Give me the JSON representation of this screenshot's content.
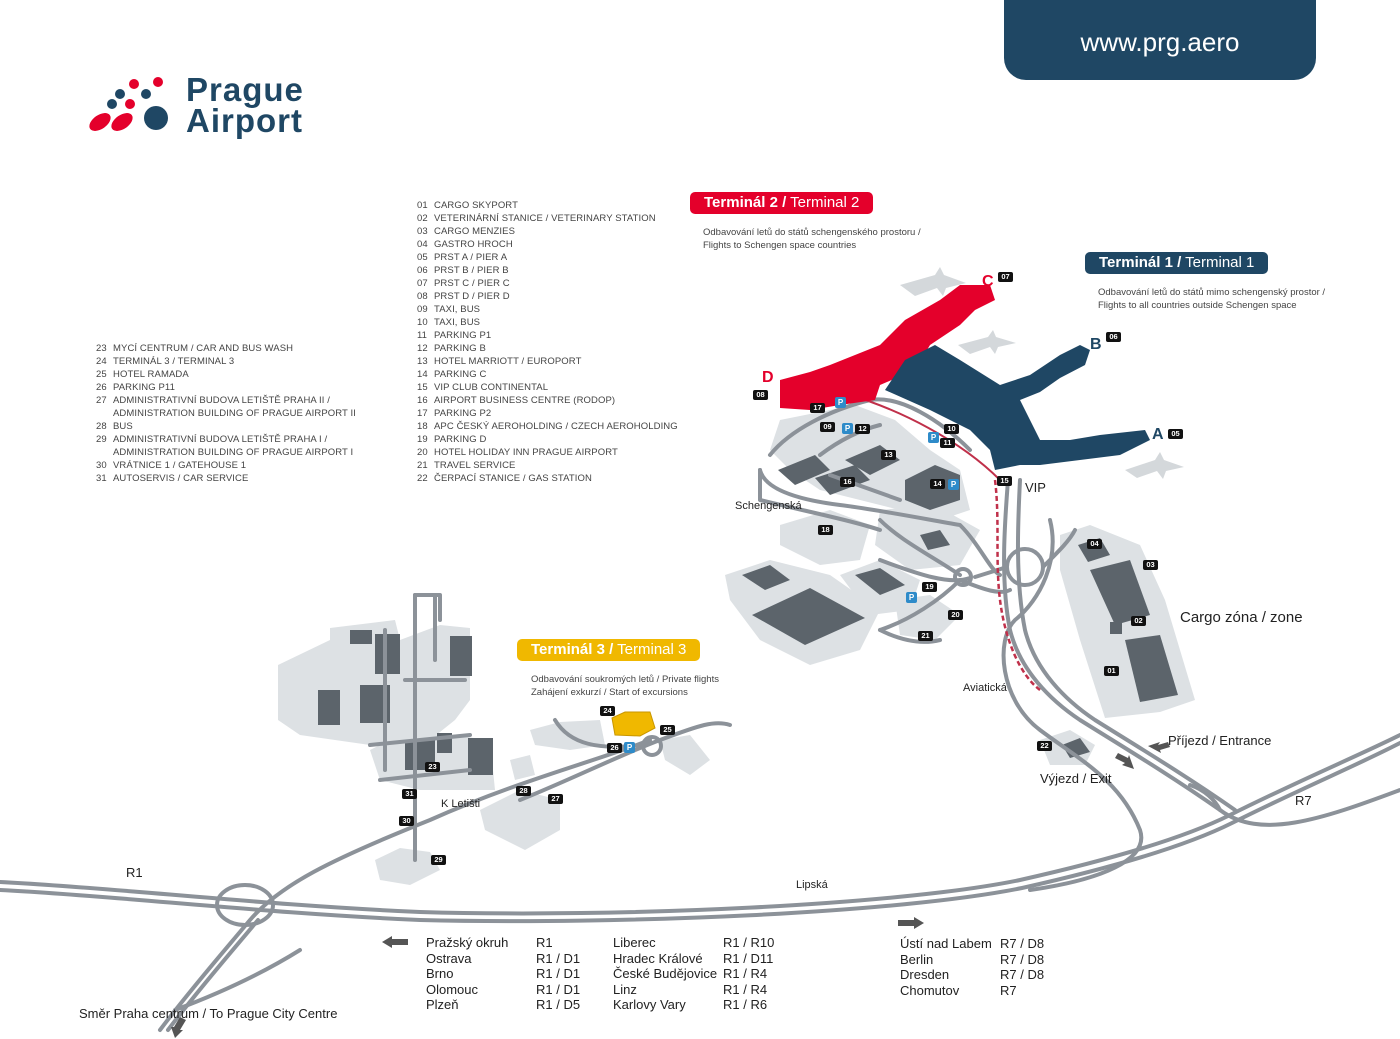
{
  "website": "www.prg.aero",
  "logo": {
    "line1": "Prague",
    "line2": "Airport"
  },
  "legend_left": [
    {
      "num": "23",
      "text": "MYCÍ CENTRUM / CAR AND BUS WASH"
    },
    {
      "num": "24",
      "text": "TERMINÁL 3 / TERMINAL 3"
    },
    {
      "num": "25",
      "text": "HOTEL RAMADA"
    },
    {
      "num": "26",
      "text": "PARKING P11"
    },
    {
      "num": "27",
      "text": "ADMINISTRATIVNÍ BUDOVA LETIŠTĚ PRAHA II /"
    },
    {
      "num": "",
      "text": "ADMINISTRATION BUILDING OF PRAGUE AIRPORT II"
    },
    {
      "num": "28",
      "text": "BUS"
    },
    {
      "num": "29",
      "text": "ADMINISTRATIVNÍ BUDOVA LETIŠTĚ PRAHA I /"
    },
    {
      "num": "",
      "text": "ADMINISTRATION BUILDING OF PRAGUE AIRPORT I"
    },
    {
      "num": "30",
      "text": "VRÁTNICE 1 / GATEHOUSE 1"
    },
    {
      "num": "31",
      "text": "AUTOSERVIS / CAR SERVICE"
    }
  ],
  "legend_mid": [
    {
      "num": "01",
      "text": "CARGO SKYPORT"
    },
    {
      "num": "02",
      "text": "VETERINÁRNÍ STANICE / VETERINARY STATION"
    },
    {
      "num": "03",
      "text": "CARGO MENZIES"
    },
    {
      "num": "04",
      "text": "GASTRO HROCH"
    },
    {
      "num": "05",
      "text": "PRST A / PIER A"
    },
    {
      "num": "06",
      "text": "PRST B / PIER B"
    },
    {
      "num": "07",
      "text": "PRST C / PIER C"
    },
    {
      "num": "08",
      "text": "PRST D / PIER D"
    },
    {
      "num": "09",
      "text": "TAXI, BUS"
    },
    {
      "num": "10",
      "text": "TAXI, BUS"
    },
    {
      "num": "11",
      "text": "PARKING P1"
    },
    {
      "num": "12",
      "text": "PARKING B"
    },
    {
      "num": "13",
      "text": "HOTEL MARRIOTT / EUROPORT"
    },
    {
      "num": "14",
      "text": "PARKING C"
    },
    {
      "num": "15",
      "text": "VIP CLUB CONTINENTAL"
    },
    {
      "num": "16",
      "text": "AIRPORT BUSINESS CENTRE (RODOP)"
    },
    {
      "num": "17",
      "text": "PARKING P2"
    },
    {
      "num": "18",
      "text": "APC ČESKÝ AEROHOLDING / CZECH AEROHOLDING"
    },
    {
      "num": "19",
      "text": "PARKING D"
    },
    {
      "num": "20",
      "text": "HOTEL HOLIDAY INN PRAGUE AIRPORT"
    },
    {
      "num": "21",
      "text": "TRAVEL SERVICE"
    },
    {
      "num": "22",
      "text": "ČERPACÍ STANICE / GAS STATION"
    }
  ],
  "terminals": {
    "t2": {
      "bold": "Terminál 2 /",
      "normal": "Terminal 2",
      "color": "#e4002b",
      "desc1": "Odbavování letů do států schengenského prostoru /",
      "desc2": "Flights to Schengen space countries"
    },
    "t1": {
      "bold": "Terminál 1 /",
      "normal": "Terminal 1",
      "color": "#1f4764",
      "desc1": "Odbavování letů do států mimo schengenský prostor /",
      "desc2": "Flights to all countries outside Schengen space"
    },
    "t3": {
      "bold": "Terminál 3 /",
      "normal": "Terminal 3",
      "color": "#f0b800",
      "desc1": "Odbavování soukromých letů / Private flights",
      "desc2": "Zahájení exkurzí / Start of excursions"
    }
  },
  "piers": {
    "a": "A",
    "b": "B",
    "c": "C",
    "d": "D"
  },
  "map_labels": {
    "schengenska": "Schengenská",
    "vip": "VIP",
    "cargo": "Cargo zóna / zone",
    "aviaticka": "Aviatická",
    "entrance": "Příjezd / Entrance",
    "exit": "Výjezd / Exit",
    "r7": "R7",
    "r1": "R1",
    "lipska": "Lipská",
    "k_letisti": "K Letišti",
    "city_centre": "Směr Praha centrum / To Prague City Centre"
  },
  "badges": [
    "01",
    "02",
    "03",
    "04",
    "05",
    "06",
    "07",
    "08",
    "09",
    "10",
    "11",
    "12",
    "13",
    "14",
    "15",
    "16",
    "17",
    "18",
    "19",
    "20",
    "21",
    "22",
    "23",
    "24",
    "25",
    "26",
    "27",
    "28",
    "29",
    "30",
    "31"
  ],
  "parking_symbol": "P",
  "destinations_left": [
    {
      "city": "Pražský okruh",
      "road": "R1"
    },
    {
      "city": "Ostrava",
      "road": "R1 / D1"
    },
    {
      "city": "Brno",
      "road": "R1 / D1"
    },
    {
      "city": "Olomouc",
      "road": "R1 / D1"
    },
    {
      "city": "Plzeň",
      "road": "R1 / D5"
    }
  ],
  "destinations_mid": [
    {
      "city": "Liberec",
      "road": "R1 / R10"
    },
    {
      "city": "Hradec Králové",
      "road": "R1 / D11"
    },
    {
      "city": "České Budějovice",
      "road": "R1 / R4"
    },
    {
      "city": "Linz",
      "road": "R1 / R4"
    },
    {
      "city": "Karlovy Vary",
      "road": "R1 / R6"
    }
  ],
  "destinations_right": [
    {
      "city": "Ústí nad Labem",
      "road": "R7 / D8"
    },
    {
      "city": "Berlin",
      "road": "R7 / D8"
    },
    {
      "city": "Dresden",
      "road": "R7 / D8"
    },
    {
      "city": "Chomutov",
      "road": "R7"
    }
  ],
  "colors": {
    "navy": "#1f4764",
    "red": "#e4002b",
    "yellow": "#f0b800",
    "road": "#8c9299",
    "building": "#dde1e4",
    "building_dark": "#5c646b",
    "parking": "#2e8bc9"
  }
}
